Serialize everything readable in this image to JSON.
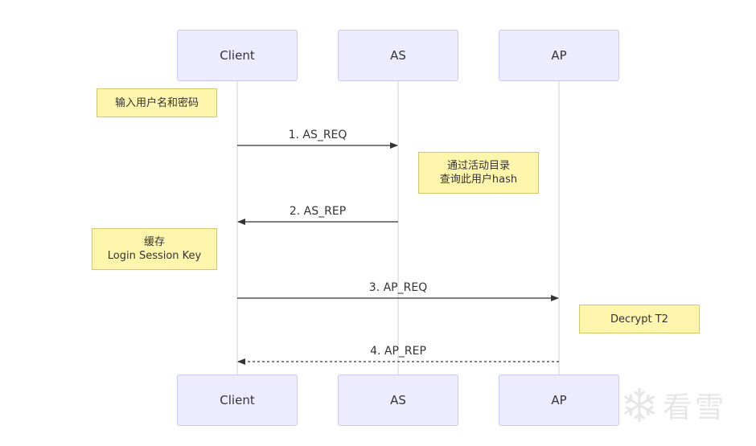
{
  "actors": {
    "client": "Client",
    "as": "AS",
    "ap": "AP"
  },
  "messages": [
    {
      "label": "1. AS_REQ",
      "from": "client",
      "to": "as",
      "style": "solid"
    },
    {
      "label": "2. AS_REP",
      "from": "as",
      "to": "client",
      "style": "solid"
    },
    {
      "label": "3. AP_REQ",
      "from": "client",
      "to": "ap",
      "style": "solid"
    },
    {
      "label": "4. AP_REP",
      "from": "ap",
      "to": "client",
      "style": "dashed"
    }
  ],
  "notes": {
    "n1": {
      "line1": "输入用户名和密码"
    },
    "n2": {
      "line1": "通过活动目录",
      "line2": "查询此用户hash"
    },
    "n3": {
      "line1": "缓存",
      "line2": "Login Session Key"
    },
    "n4": {
      "line1": "Decrypt T2"
    }
  },
  "watermark": {
    "text": "看雪",
    "icon": "snowflake-icon"
  },
  "colors": {
    "actor_fill": "#ececfe",
    "actor_border": "#c8c8f4",
    "note_fill": "#fff5ad",
    "note_border": "#d3c76a",
    "lifeline": "#d0d0d0",
    "arrow": "#333333"
  }
}
